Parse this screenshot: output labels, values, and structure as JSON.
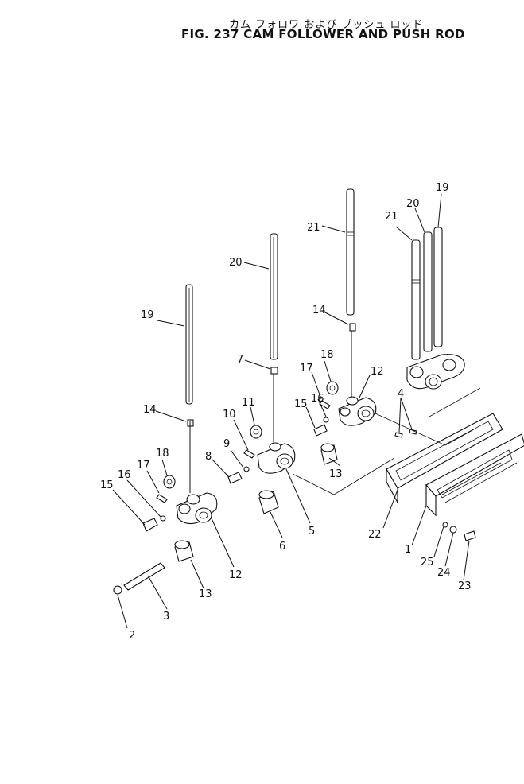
{
  "title": {
    "japanese": "カム フォロワ および プッシュ ロッド",
    "english": "FIG. 237  CAM FOLLOWER AND PUSH ROD"
  },
  "callouts": {
    "c1": "1",
    "c2": "2",
    "c3": "3",
    "c4": "4",
    "c5": "5",
    "c6": "6",
    "c7": "7",
    "c8": "8",
    "c9": "9",
    "c10": "10",
    "c11": "11",
    "c12a": "12",
    "c12b": "12",
    "c13a": "13",
    "c13b": "13",
    "c14a": "14",
    "c14b": "14",
    "c15a": "15",
    "c15b": "15",
    "c16a": "16",
    "c16b": "16",
    "c17a": "17",
    "c17b": "17",
    "c18a": "18",
    "c18b": "18",
    "c19a": "19",
    "c19b": "19",
    "c20a": "20",
    "c20b": "20",
    "c21a": "21",
    "c21b": "21",
    "c22": "22",
    "c23": "23",
    "c24": "24",
    "c25": "25"
  }
}
